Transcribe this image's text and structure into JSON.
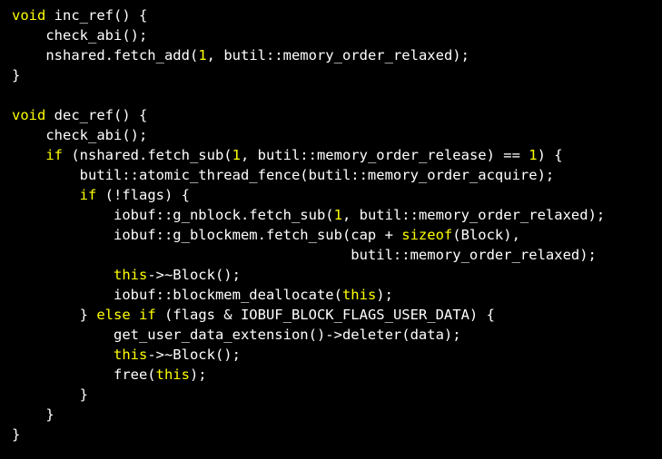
{
  "colors": {
    "background": "#000000",
    "plain": "#ffffff",
    "keyword": "#ffff00",
    "number": "#ffff00"
  },
  "code": {
    "lines": [
      [
        {
          "t": "kw",
          "v": "void"
        },
        {
          "t": "p",
          "v": " inc_ref() {"
        }
      ],
      [
        {
          "t": "p",
          "v": "    check_abi();"
        }
      ],
      [
        {
          "t": "p",
          "v": "    nshared.fetch_add("
        },
        {
          "t": "num",
          "v": "1"
        },
        {
          "t": "p",
          "v": ", butil::memory_order_relaxed);"
        }
      ],
      [
        {
          "t": "p",
          "v": "}"
        }
      ],
      [],
      [
        {
          "t": "kw",
          "v": "void"
        },
        {
          "t": "p",
          "v": " dec_ref() {"
        }
      ],
      [
        {
          "t": "p",
          "v": "    check_abi();"
        }
      ],
      [
        {
          "t": "p",
          "v": "    "
        },
        {
          "t": "kw",
          "v": "if"
        },
        {
          "t": "p",
          "v": " (nshared.fetch_sub("
        },
        {
          "t": "num",
          "v": "1"
        },
        {
          "t": "p",
          "v": ", butil::memory_order_release) == "
        },
        {
          "t": "num",
          "v": "1"
        },
        {
          "t": "p",
          "v": ") {"
        }
      ],
      [
        {
          "t": "p",
          "v": "        butil::atomic_thread_fence(butil::memory_order_acquire);"
        }
      ],
      [
        {
          "t": "p",
          "v": "        "
        },
        {
          "t": "kw",
          "v": "if"
        },
        {
          "t": "p",
          "v": " (!flags) {"
        }
      ],
      [
        {
          "t": "p",
          "v": "            iobuf::g_nblock.fetch_sub("
        },
        {
          "t": "num",
          "v": "1"
        },
        {
          "t": "p",
          "v": ", butil::memory_order_relaxed);"
        }
      ],
      [
        {
          "t": "p",
          "v": "            iobuf::g_blockmem.fetch_sub(cap + "
        },
        {
          "t": "kw",
          "v": "sizeof"
        },
        {
          "t": "p",
          "v": "(Block),"
        }
      ],
      [
        {
          "t": "p",
          "v": "                                        butil::memory_order_relaxed);"
        }
      ],
      [
        {
          "t": "p",
          "v": "            "
        },
        {
          "t": "kw",
          "v": "this"
        },
        {
          "t": "p",
          "v": "->~Block();"
        }
      ],
      [
        {
          "t": "p",
          "v": "            iobuf::blockmem_deallocate("
        },
        {
          "t": "kw",
          "v": "this"
        },
        {
          "t": "p",
          "v": ");"
        }
      ],
      [
        {
          "t": "p",
          "v": "        } "
        },
        {
          "t": "kw",
          "v": "else if"
        },
        {
          "t": "p",
          "v": " (flags & IOBUF_BLOCK_FLAGS_USER_DATA) {"
        }
      ],
      [
        {
          "t": "p",
          "v": "            get_user_data_extension()->deleter(data);"
        }
      ],
      [
        {
          "t": "p",
          "v": "            "
        },
        {
          "t": "kw",
          "v": "this"
        },
        {
          "t": "p",
          "v": "->~Block();"
        }
      ],
      [
        {
          "t": "p",
          "v": "            free("
        },
        {
          "t": "kw",
          "v": "this"
        },
        {
          "t": "p",
          "v": ");"
        }
      ],
      [
        {
          "t": "p",
          "v": "        }"
        }
      ],
      [
        {
          "t": "p",
          "v": "    }"
        }
      ],
      [
        {
          "t": "p",
          "v": "}"
        }
      ]
    ]
  }
}
